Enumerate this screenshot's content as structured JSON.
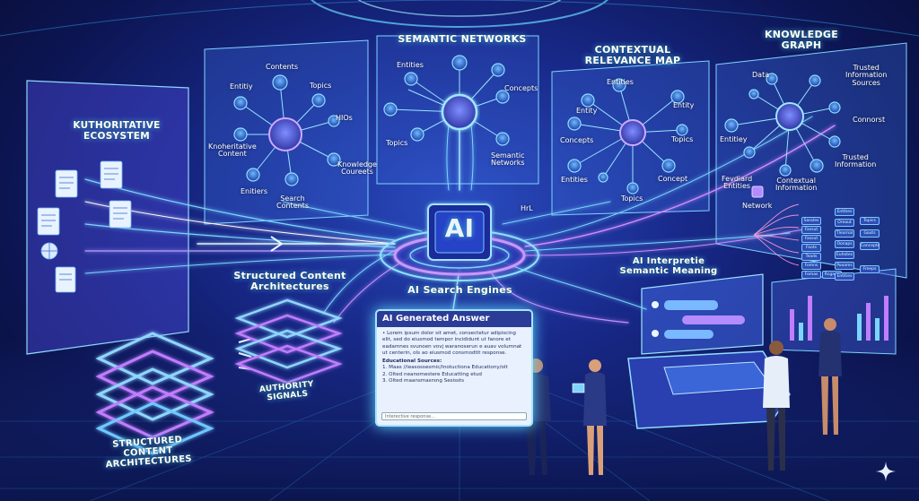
{
  "titles": {
    "authoritative": "KUTHORITATIVE\nECOSYSTEM",
    "semantic": "SEMANTIC NETWORKS",
    "contextual": "CONTEXTUAL\nRELEVANCE MAP",
    "knowledge": "KNOWLEDGE\nGRAPH",
    "structured": "Structured Content\nArchitectures",
    "structured_bottom": "STRUCTURED CONTENT\nARCHITECTURES",
    "authority": "AUTHORITY SIGNALS",
    "ai_search": "AI Search Engines",
    "ai_interpret": "AI Interpretie\nSemantic Meaning",
    "ai_core": "AI"
  },
  "left_network": {
    "contents": "Contents",
    "entitiy": "Entitiy",
    "topics": "Topics",
    "hios": "HIOs",
    "knoh": "Knoheritative\nContent",
    "knowledge": "Knowledge\nCoureets",
    "enitiers": "Enitiers",
    "search": "Search\nContents"
  },
  "semantic_network": {
    "entities": "Entities",
    "concepts": "Concepts",
    "topics": "Topics",
    "semantic": "Semantic\nNetworks"
  },
  "contextual_network": {
    "entities_top": "Entities",
    "entity_left": "Entity",
    "entity_right": "Entity",
    "concepts": "Concepts",
    "topics_right": "Topics",
    "entities_bottom": "Entities",
    "concept": "Concept",
    "topics_bottom": "Topics",
    "hrl": "HrL"
  },
  "knowledge_graph": {
    "data": "Data",
    "trusted_sources": "Trusted\nInformation\nSources",
    "connorst": "Connorst",
    "entitiey": "Entitiey",
    "trusted_info": "Trusted\nInformation",
    "contextual": "Contextual\nInformation",
    "fevdiard": "Fevdiard\nEntities",
    "network": "Network"
  },
  "tags_left": [
    "Sassles",
    "Fassut",
    "Fassut",
    "Foots",
    "Teads",
    "Fomns",
    "Fomas",
    "Rcgans"
  ],
  "tags_right": [
    "Entities",
    "Oreaut",
    "Tlearnal",
    "Oonaps",
    "Euhotes",
    "Pooams",
    "Entities",
    "Freeps"
  ],
  "tags_topics": [
    "Topics",
    "Goots",
    "Concepts"
  ],
  "ai_answer": {
    "header": "AI Generated Answer",
    "body": "• Lorem ipsum dolor sit amet, consectetur adipiscing elit, sed do eiusmod tempor incididunt ut fanore et eadamnes svunoen vovj waranoserun e auav volumnat ut centerin, ols ao eiusmod consmodtit response.",
    "sources_title": "Educational Sources:",
    "sources": "1. Maas //ieasossesmic/Inotuctiona Educationy/olt\n2. Olted neanomestere Educatting etud\n3. Olted maansmasrsng Sesissts",
    "input": "Interective response..."
  },
  "colors": {
    "bg": "#18298a",
    "glow": "#5fd8ff",
    "node": "#2d6bd6",
    "accent": "#b36cff"
  }
}
